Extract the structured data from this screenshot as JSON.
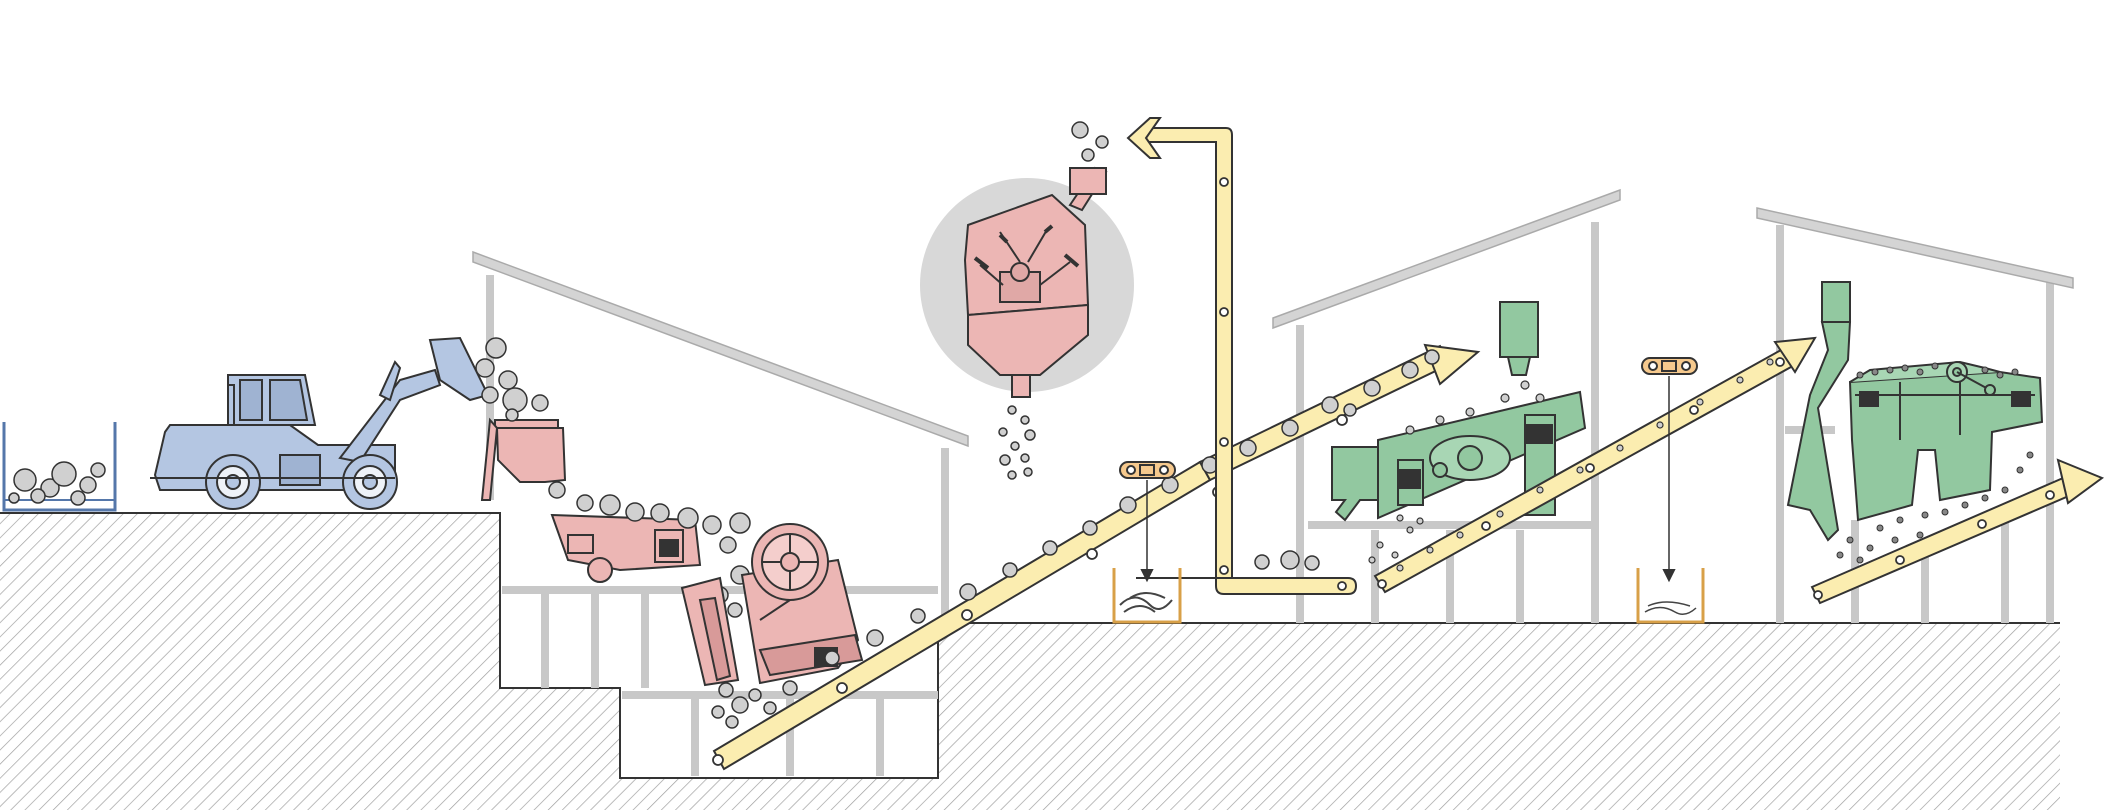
{
  "diagram": {
    "title": "",
    "labels": [],
    "stages": [
      {
        "name": "wheel-loader",
        "icon": "wheel-loader-icon"
      },
      {
        "name": "feed-hopper",
        "icon": "hopper-icon"
      },
      {
        "name": "vibrating-feeder",
        "icon": "vibrating-feeder-icon"
      },
      {
        "name": "jaw-crusher",
        "icon": "jaw-crusher-icon"
      },
      {
        "name": "impact-crusher",
        "icon": "impact-crusher-icon"
      },
      {
        "name": "belt-conveyor",
        "icon": "conveyor-icon"
      },
      {
        "name": "magnetic-separator",
        "icon": "magnet-icon"
      },
      {
        "name": "vibrating-screen",
        "icon": "vibrating-screen-icon"
      },
      {
        "name": "sand-washer",
        "icon": "sand-washer-icon"
      }
    ]
  },
  "colors": {
    "loader": "#b4c6e2",
    "primary_crushing": "#ecb6b4",
    "conveyor": "#fbedb0",
    "screening": "#92c8a0",
    "magnet": "#f6c98d",
    "building": "#d6d6d6",
    "ground_hatch": "#9a9a9a",
    "stone": "#d0d0d0",
    "outline": "#333333"
  }
}
